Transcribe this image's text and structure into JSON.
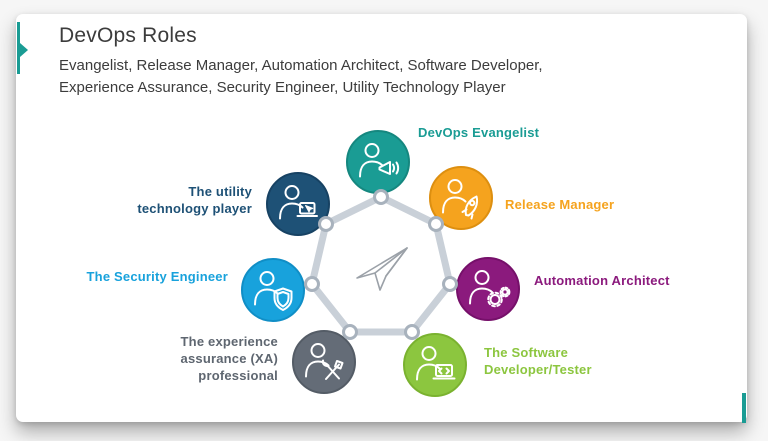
{
  "slide": {
    "title": "DevOps Roles",
    "subtitle": "Evangelist, Release Manager, Automation Architect, Software Developer,\nExperience Assurance, Security Engineer, Utility Technology Player",
    "accent_color": "#1A9C94",
    "title_color": "#3C3C3C",
    "background_color": "#FFFFFF"
  },
  "diagram": {
    "shape": "heptagon",
    "shape_color": "#C9D0D8",
    "node_border_color": "#A8B2BD",
    "center_icon": "paper-plane-icon",
    "center_icon_color": "#9BA1A8",
    "roles": [
      {
        "id": "devops-evangelist",
        "label": "DevOps Evangelist",
        "color": "#1A9C94",
        "icon": "person-megaphone-icon",
        "position": "top"
      },
      {
        "id": "release-manager",
        "label": "Release Manager",
        "color": "#F5A31E",
        "icon": "person-rocket-icon",
        "position": "top-right"
      },
      {
        "id": "automation-architect",
        "label": "Automation Architect",
        "color": "#8B1A7D",
        "icon": "person-gears-icon",
        "position": "right"
      },
      {
        "id": "software-developer-tester",
        "label": "The Software\nDeveloper/Tester",
        "color": "#8CC63F",
        "icon": "person-laptop-code-icon",
        "position": "bottom-right"
      },
      {
        "id": "experience-assurance-professional",
        "label": "The experience\nassurance (XA)\nprofessional",
        "color": "#5E6670",
        "icon": "person-tools-icon",
        "position": "bottom-left"
      },
      {
        "id": "security-engineer",
        "label": "The Security Engineer",
        "color": "#18A2DC",
        "icon": "person-shield-icon",
        "position": "left"
      },
      {
        "id": "utility-technology-player",
        "label": "The utility\ntechnology player",
        "color": "#1E5176",
        "icon": "person-laptop-cursor-icon",
        "position": "top-left"
      }
    ]
  }
}
